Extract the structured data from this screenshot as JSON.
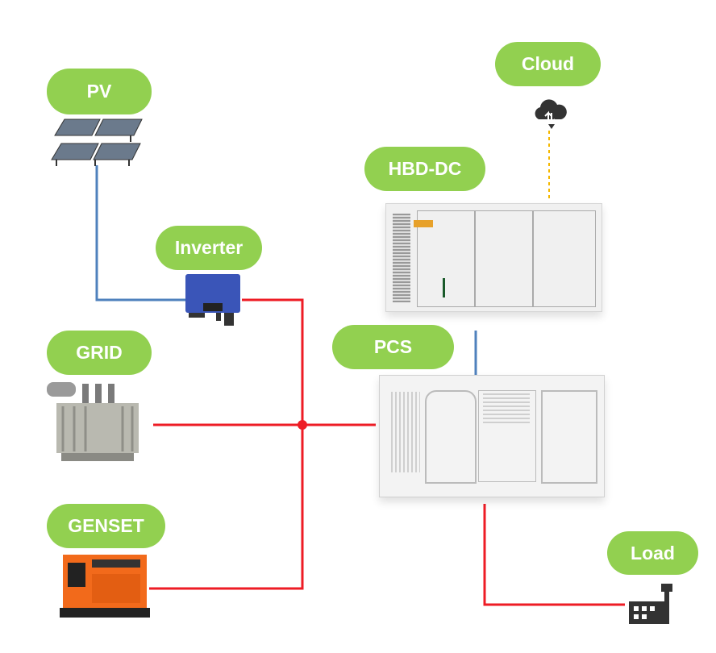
{
  "nodes": {
    "pv": "PV",
    "cloud": "Cloud",
    "hbd_dc": "HBD-DC",
    "inverter": "Inverter",
    "grid": "GRID",
    "pcs": "PCS",
    "genset": "GENSET",
    "load": "Load"
  },
  "colors": {
    "pill": "#92d050",
    "ac_line": "#ee1c25",
    "dc_line": "#4f81bd",
    "comm_line": "#f5b800"
  }
}
